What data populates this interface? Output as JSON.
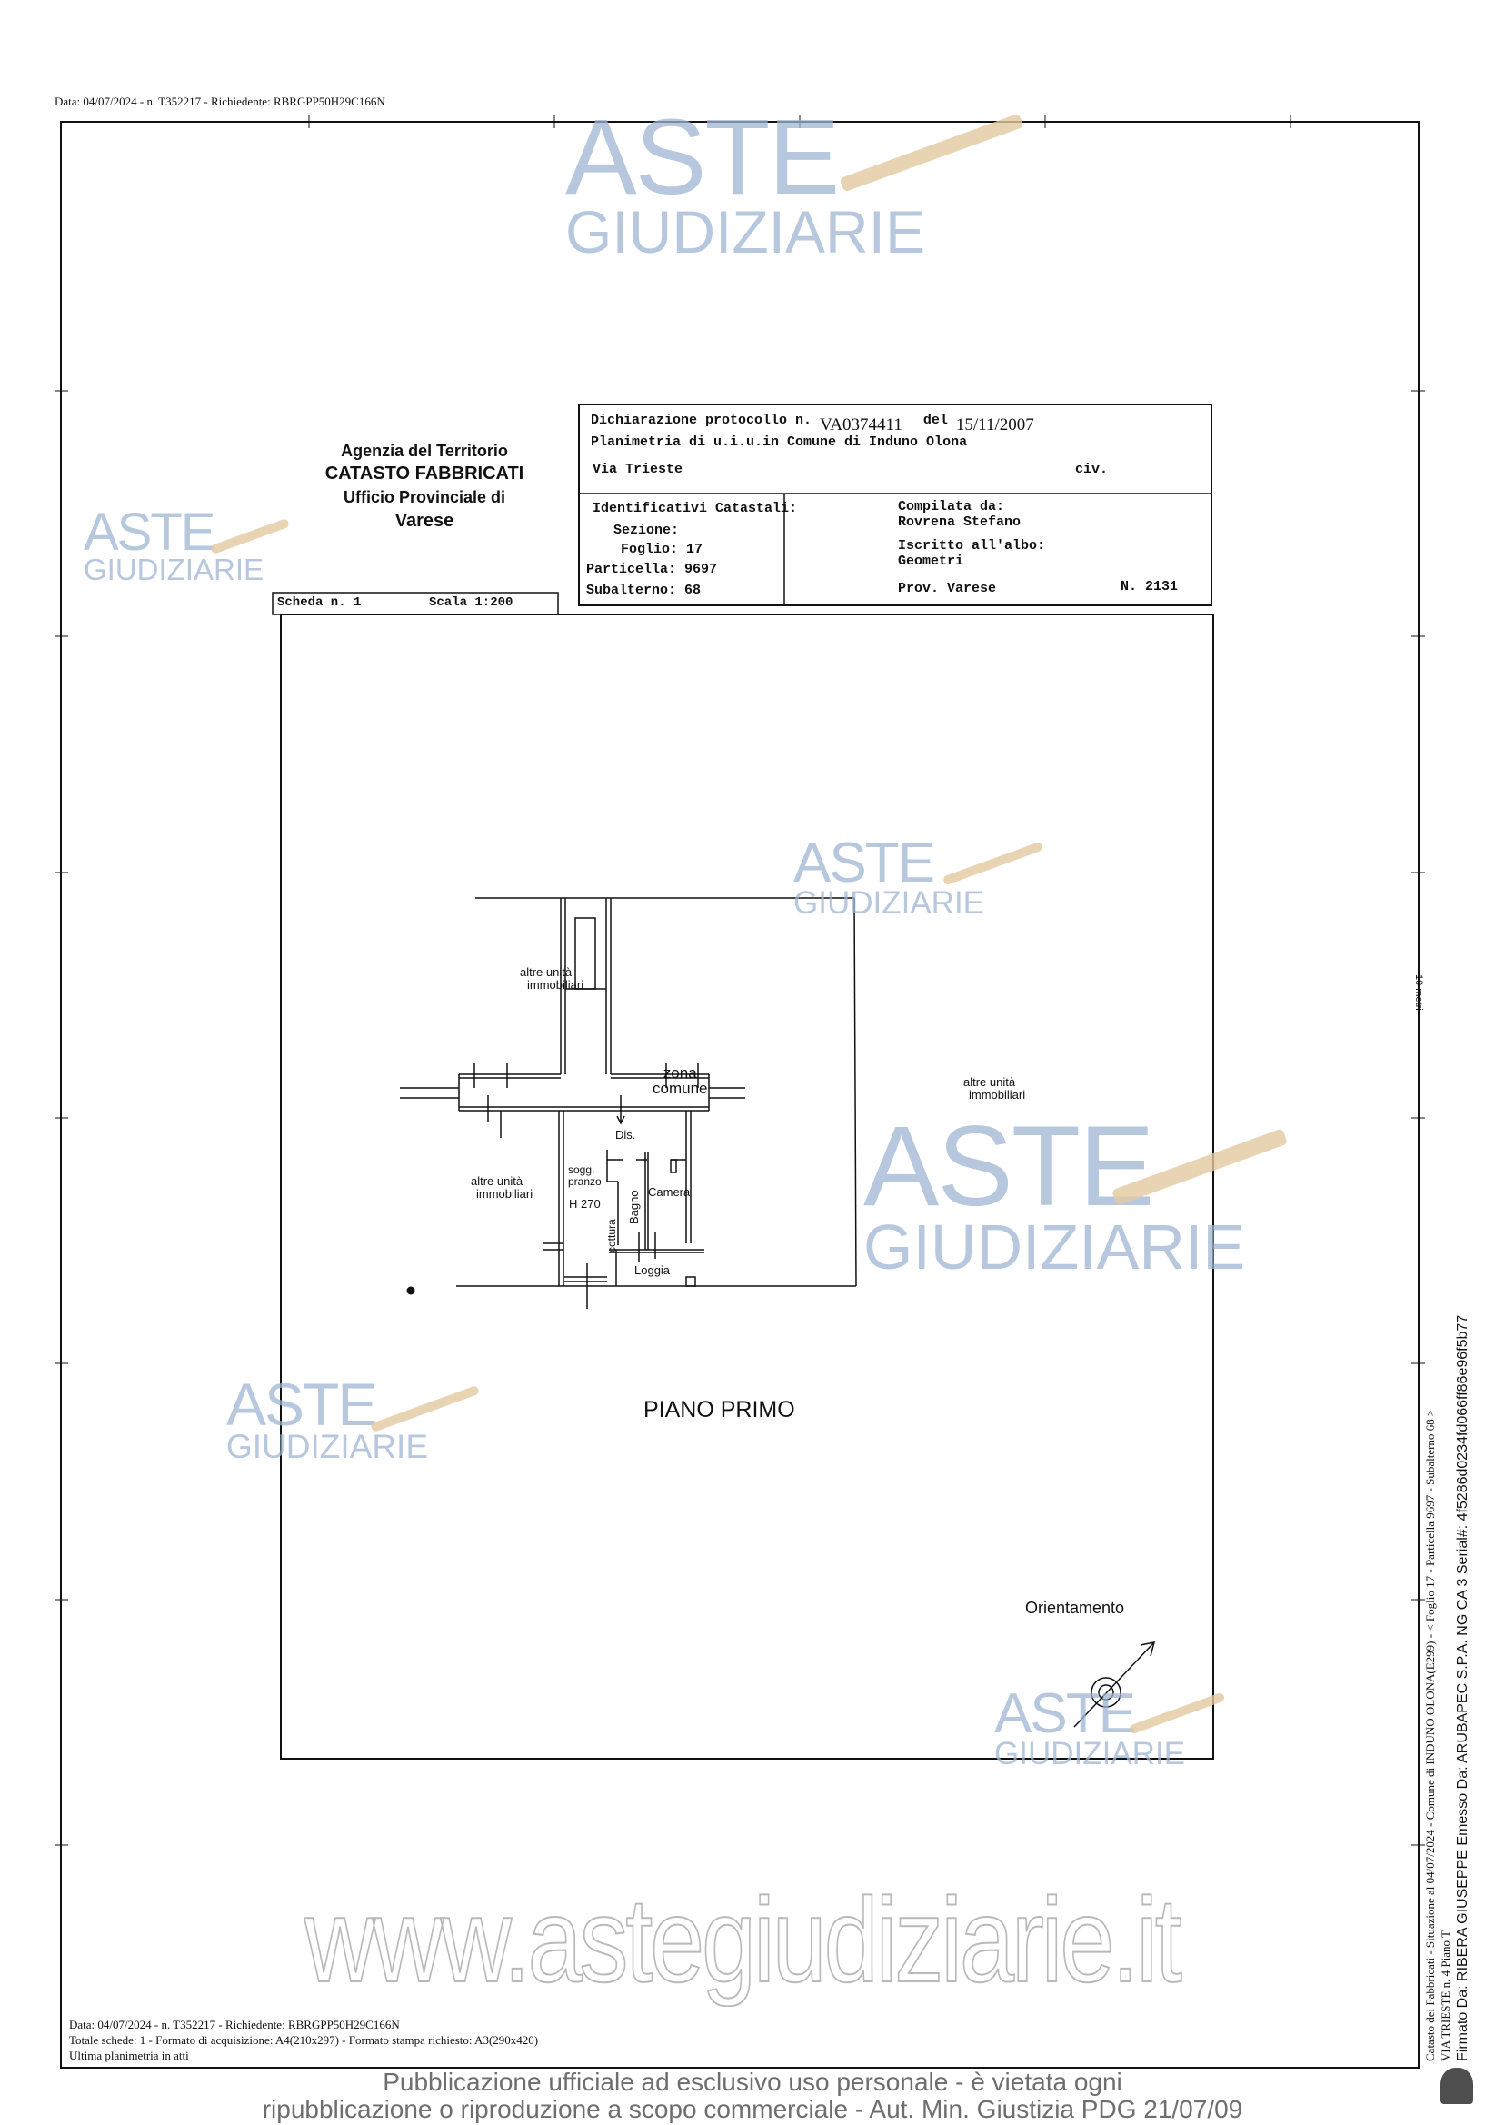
{
  "header": {
    "line": "Data: 04/07/2024 - n. T352217 - Richiedente: RBRGPP50H29C166N"
  },
  "agency": {
    "line1": "Agenzia del Territorio",
    "line2": "CATASTO FABBRICATI",
    "line3": "Ufficio Provinciale di",
    "line4": "Varese"
  },
  "infobox": {
    "protocol_label": "Dichiarazione protocollo n.",
    "protocol_number": "VA0374411",
    "del_label": "del",
    "date": "15/11/2007",
    "planimetria": "Planimetria di u.i.u.in Comune di Induno Olona",
    "via": "Via Trieste",
    "civ": "civ.",
    "ident_title": "Identificativi Catastali:",
    "sezione": "Sezione:",
    "foglio": "Foglio: 17",
    "particella": "Particella: 9697",
    "subalterno": "Subalterno: 68",
    "compilata_label": "Compilata da:",
    "compilata_name": "Rovrena Stefano",
    "iscritto_label": "Iscritto all'albo:",
    "iscritto_value": "Geometri",
    "prov": "Prov. Varese",
    "numero": "N.  2131"
  },
  "scheda": {
    "scheda": "Scheda n. 1",
    "scala": "Scala 1:200"
  },
  "plan": {
    "altre_top_left": [
      "altre unità",
      "immobiliari"
    ],
    "altre_right": [
      "altre unità",
      "immobiliari"
    ],
    "altre_bottom_left": [
      "altre unità",
      "immobiliari"
    ],
    "zona_comune": [
      "zona",
      "comune"
    ],
    "dis": "Dis.",
    "sogg": [
      "sogg.",
      "pranzo"
    ],
    "h": "H 270",
    "cottura": "cottura",
    "bagno": "Bagno",
    "camera": "Camera",
    "loggia": "Loggia",
    "floor": "PIANO PRIMO",
    "orientamento": "Orientamento",
    "scale_text": "10 metri"
  },
  "watermark": {
    "aste": "ASTE",
    "giudiziarie": "GIUDIZIARIE",
    "url": "www.astegiudiziarie.it"
  },
  "notice": {
    "line1": "Pubblicazione ufficiale ad esclusivo uso personale - è vietata ogni",
    "line2": "ripubblicazione o riproduzione a scopo commerciale - Aut. Min. Giustizia PDG 21/07/09"
  },
  "footer": {
    "line1": "Data: 04/07/2024 - n. T352217 - Richiedente: RBRGPP50H29C166N",
    "line2": "Totale schede: 1 - Formato di acquisizione: A4(210x297) - Formato stampa richiesto: A3(290x420)",
    "line3": "Ultima planimetria in atti"
  },
  "side": {
    "line1": "Catasto dei Fabbricati - Situazione al 04/07/2024 - Comune di INDUNO OLONA(E299) - < Foglio 17 - Particella 9697 - Subalterno 68 >",
    "line2": "VIA TRIESTE n. 4 Piano T",
    "line3": "Firmato Da: RIBERA GIUSEPPE Emesso Da: ARUBAPEC S.P.A. NG CA 3 Serial#: 4f5286d0234fd066ff86e96f5b77"
  }
}
